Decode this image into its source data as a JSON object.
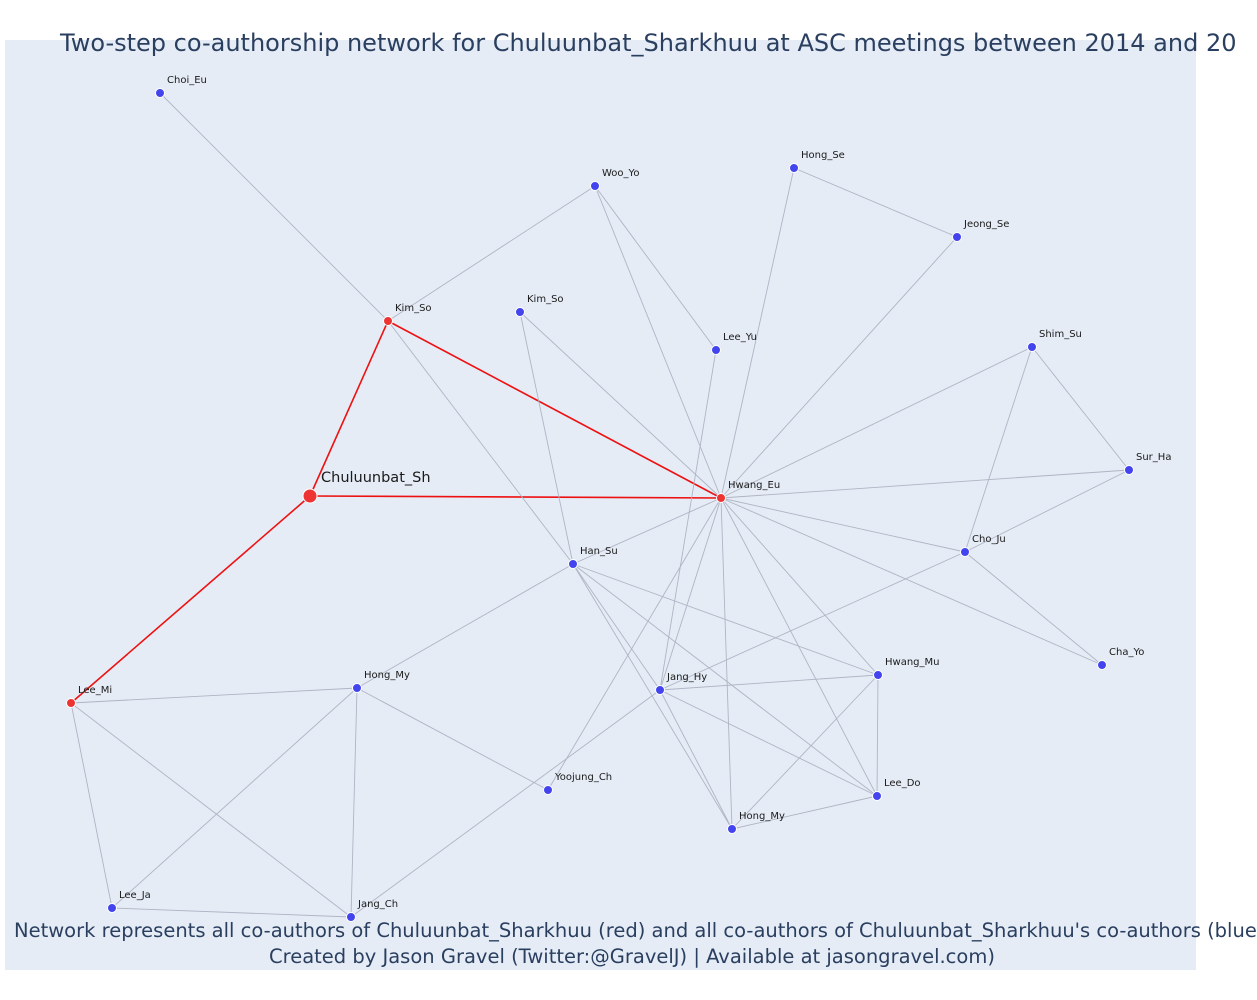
{
  "title": "Two-step co-authorship network for Chuluunbat_Sharkhuu at ASC meetings between 2014 and 20",
  "caption": {
    "line1": "Network represents all co-authors of Chuluunbat_Sharkhuu (red) and all co-authors of Chuluunbat_Sharkhuu's co-authors (blue",
    "line2": "Created by Jason Gravel (Twitter:@GravelJ) | Available at jasongravel.com)"
  },
  "colors": {
    "focal": "#ee3333",
    "first_step": "#ee3333",
    "second_step": "#4444ee",
    "red_edge": "#ee1111",
    "grey_edge": "#b0b4c4",
    "background": "#e5ecf6",
    "text": "#2a3f5f"
  },
  "nodes": [
    {
      "id": "chuluunbat",
      "label": "Chuluunbat_Sh",
      "group": "focal"
    },
    {
      "id": "kimso1",
      "label": "Kim_So",
      "group": "first"
    },
    {
      "id": "hwangeu",
      "label": "Hwang_Eu",
      "group": "first"
    },
    {
      "id": "leemi",
      "label": "Lee_Mi",
      "group": "first"
    },
    {
      "id": "choieu",
      "label": "Choi_Eu",
      "group": "second"
    },
    {
      "id": "wooyo",
      "label": "Woo_Yo",
      "group": "second"
    },
    {
      "id": "hongse",
      "label": "Hong_Se",
      "group": "second"
    },
    {
      "id": "jeongse",
      "label": "Jeong_Se",
      "group": "second"
    },
    {
      "id": "kimso2",
      "label": "Kim_So",
      "group": "second"
    },
    {
      "id": "leeyu",
      "label": "Lee_Yu",
      "group": "second"
    },
    {
      "id": "shimsu",
      "label": "Shim_Su",
      "group": "second"
    },
    {
      "id": "surha",
      "label": "Sur_Ha",
      "group": "second"
    },
    {
      "id": "choju",
      "label": "Cho_Ju",
      "group": "second"
    },
    {
      "id": "hansu",
      "label": "Han_Su",
      "group": "second"
    },
    {
      "id": "chayo",
      "label": "Cha_Yo",
      "group": "second"
    },
    {
      "id": "hwangmu",
      "label": "Hwang_Mu",
      "group": "second"
    },
    {
      "id": "janghy",
      "label": "Jang_Hy",
      "group": "second"
    },
    {
      "id": "hongmy1",
      "label": "Hong_My",
      "group": "second"
    },
    {
      "id": "yoojungch",
      "label": "Yoojung_Ch",
      "group": "second"
    },
    {
      "id": "leedo",
      "label": "Lee_Do",
      "group": "second"
    },
    {
      "id": "hongmy2",
      "label": "Hong_My",
      "group": "second"
    },
    {
      "id": "leeja",
      "label": "Lee_Ja",
      "group": "second"
    },
    {
      "id": "jangch",
      "label": "Jang_Ch",
      "group": "second"
    }
  ],
  "edges": [
    [
      "chuluunbat",
      "kimso1",
      "red"
    ],
    [
      "chuluunbat",
      "hwangeu",
      "red"
    ],
    [
      "chuluunbat",
      "leemi",
      "red"
    ],
    [
      "kimso1",
      "hwangeu",
      "red"
    ],
    [
      "kimso1",
      "choieu",
      "grey"
    ],
    [
      "kimso1",
      "wooyo",
      "grey"
    ],
    [
      "kimso1",
      "hansu",
      "grey"
    ],
    [
      "wooyo",
      "leeyu",
      "grey"
    ],
    [
      "wooyo",
      "hwangeu",
      "grey"
    ],
    [
      "hongse",
      "jeongse",
      "grey"
    ],
    [
      "hongse",
      "hwangeu",
      "grey"
    ],
    [
      "jeongse",
      "hwangeu",
      "grey"
    ],
    [
      "kimso2",
      "hwangeu",
      "grey"
    ],
    [
      "kimso2",
      "hansu",
      "grey"
    ],
    [
      "leeyu",
      "janghy",
      "grey"
    ],
    [
      "shimsu",
      "hwangeu",
      "grey"
    ],
    [
      "shimsu",
      "surha",
      "grey"
    ],
    [
      "shimsu",
      "choju",
      "grey"
    ],
    [
      "surha",
      "hwangeu",
      "grey"
    ],
    [
      "surha",
      "choju",
      "grey"
    ],
    [
      "hwangeu",
      "choju",
      "grey"
    ],
    [
      "hwangeu",
      "chayo",
      "grey"
    ],
    [
      "hwangeu",
      "hansu",
      "grey"
    ],
    [
      "hwangeu",
      "hwangmu",
      "grey"
    ],
    [
      "hwangeu",
      "janghy",
      "grey"
    ],
    [
      "hwangeu",
      "leedo",
      "grey"
    ],
    [
      "hwangeu",
      "hongmy2",
      "grey"
    ],
    [
      "hwangeu",
      "yoojungch",
      "grey"
    ],
    [
      "choju",
      "chayo",
      "grey"
    ],
    [
      "choju",
      "janghy",
      "grey"
    ],
    [
      "hansu",
      "hongmy1",
      "grey"
    ],
    [
      "hansu",
      "hwangmu",
      "grey"
    ],
    [
      "hansu",
      "leedo",
      "grey"
    ],
    [
      "hansu",
      "janghy",
      "grey"
    ],
    [
      "hansu",
      "hongmy2",
      "grey"
    ],
    [
      "janghy",
      "hwangmu",
      "grey"
    ],
    [
      "janghy",
      "leedo",
      "grey"
    ],
    [
      "janghy",
      "hongmy2",
      "grey"
    ],
    [
      "janghy",
      "jangch",
      "grey"
    ],
    [
      "hwangmu",
      "leedo",
      "grey"
    ],
    [
      "hwangmu",
      "hongmy2",
      "grey"
    ],
    [
      "leedo",
      "hongmy2",
      "grey"
    ],
    [
      "leemi",
      "hongmy1",
      "grey"
    ],
    [
      "leemi",
      "leeja",
      "grey"
    ],
    [
      "leemi",
      "jangch",
      "grey"
    ],
    [
      "hongmy1",
      "yoojungch",
      "grey"
    ],
    [
      "hongmy1",
      "leeja",
      "grey"
    ],
    [
      "hongmy1",
      "jangch",
      "grey"
    ],
    [
      "leeja",
      "jangch",
      "grey"
    ]
  ]
}
